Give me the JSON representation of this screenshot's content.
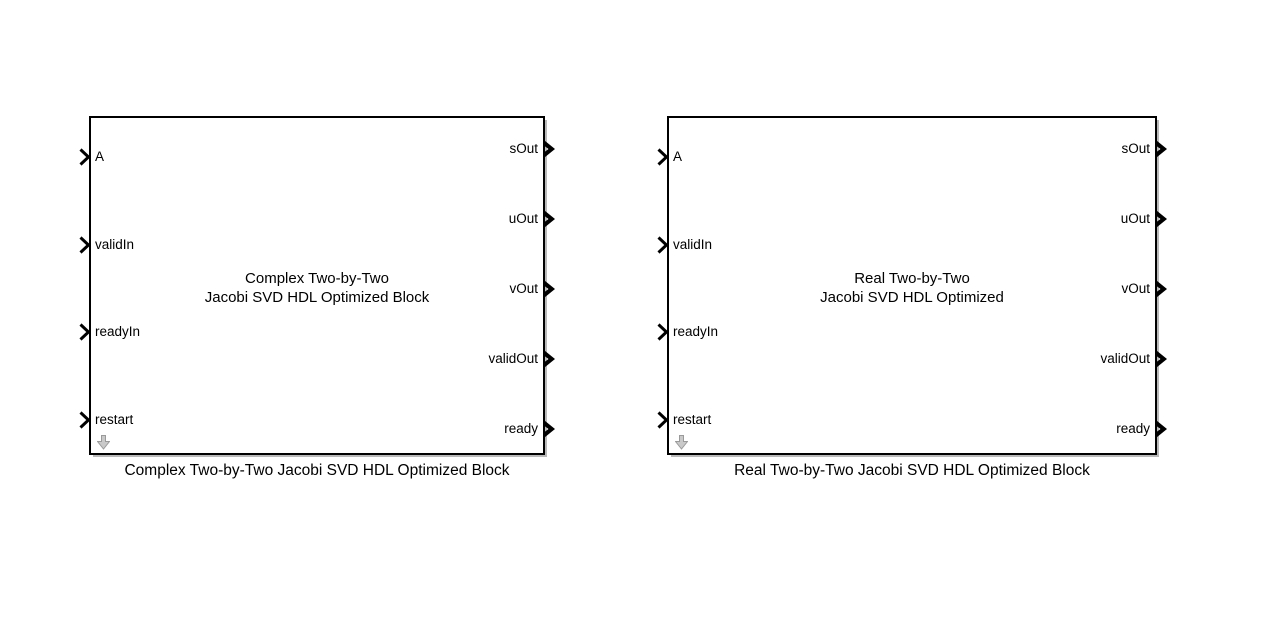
{
  "app": "simulink-model-canvas",
  "colors": {
    "background": "#ffffff",
    "block_fill": "#ffffff",
    "block_border": "#000000",
    "block_shadow": "#b9b9b9",
    "text": "#000000",
    "badge_fill": "#c9c9c9",
    "badge_border": "#9a9a9a"
  },
  "icons": {
    "input_port": "input-port-chevron-icon",
    "output_port": "output-port-arrow-icon",
    "badge": "down-arrow-badge-icon"
  },
  "blocks": [
    {
      "id": "complex-two-by-two-jacobi-svd",
      "title_lines": [
        "Complex Two-by-Two",
        "Jacobi SVD HDL Optimized Block"
      ],
      "caption": "Complex Two-by-Two Jacobi SVD HDL Optimized Block",
      "inputs": [
        "A",
        "validIn",
        "readyIn",
        "restart"
      ],
      "outputs": [
        "sOut",
        "uOut",
        "vOut",
        "validOut",
        "ready"
      ]
    },
    {
      "id": "real-two-by-two-jacobi-svd",
      "title_lines": [
        "Real Two-by-Two",
        "Jacobi SVD HDL Optimized"
      ],
      "caption": "Real Two-by-Two Jacobi SVD HDL Optimized Block",
      "inputs": [
        "A",
        "validIn",
        "readyIn",
        "restart"
      ],
      "outputs": [
        "sOut",
        "uOut",
        "vOut",
        "validOut",
        "ready"
      ]
    }
  ]
}
